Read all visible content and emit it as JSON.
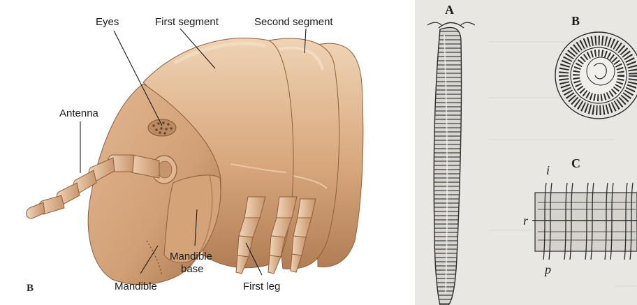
{
  "left_figure": {
    "labels": {
      "eyes": "Eyes",
      "first_segment": "First segment",
      "second_segment": "Second segment",
      "antenna": "Antenna",
      "mandible_base_line1": "Mandible",
      "mandible_base_line2": "base",
      "mandible": "Mandible",
      "first_leg": "First leg"
    },
    "figure_letter": "B"
  },
  "right_figure": {
    "letters": {
      "a": "A",
      "b": "B",
      "c": "C",
      "i": "i",
      "r": "r",
      "p": "p"
    }
  },
  "colors": {
    "body_tan": "#d9a97f",
    "body_highlight": "#efd2b3",
    "body_shadow": "#a9764f",
    "engraving_paper": "#e9e7e2",
    "engraving_ink": "#2b2b2b"
  }
}
